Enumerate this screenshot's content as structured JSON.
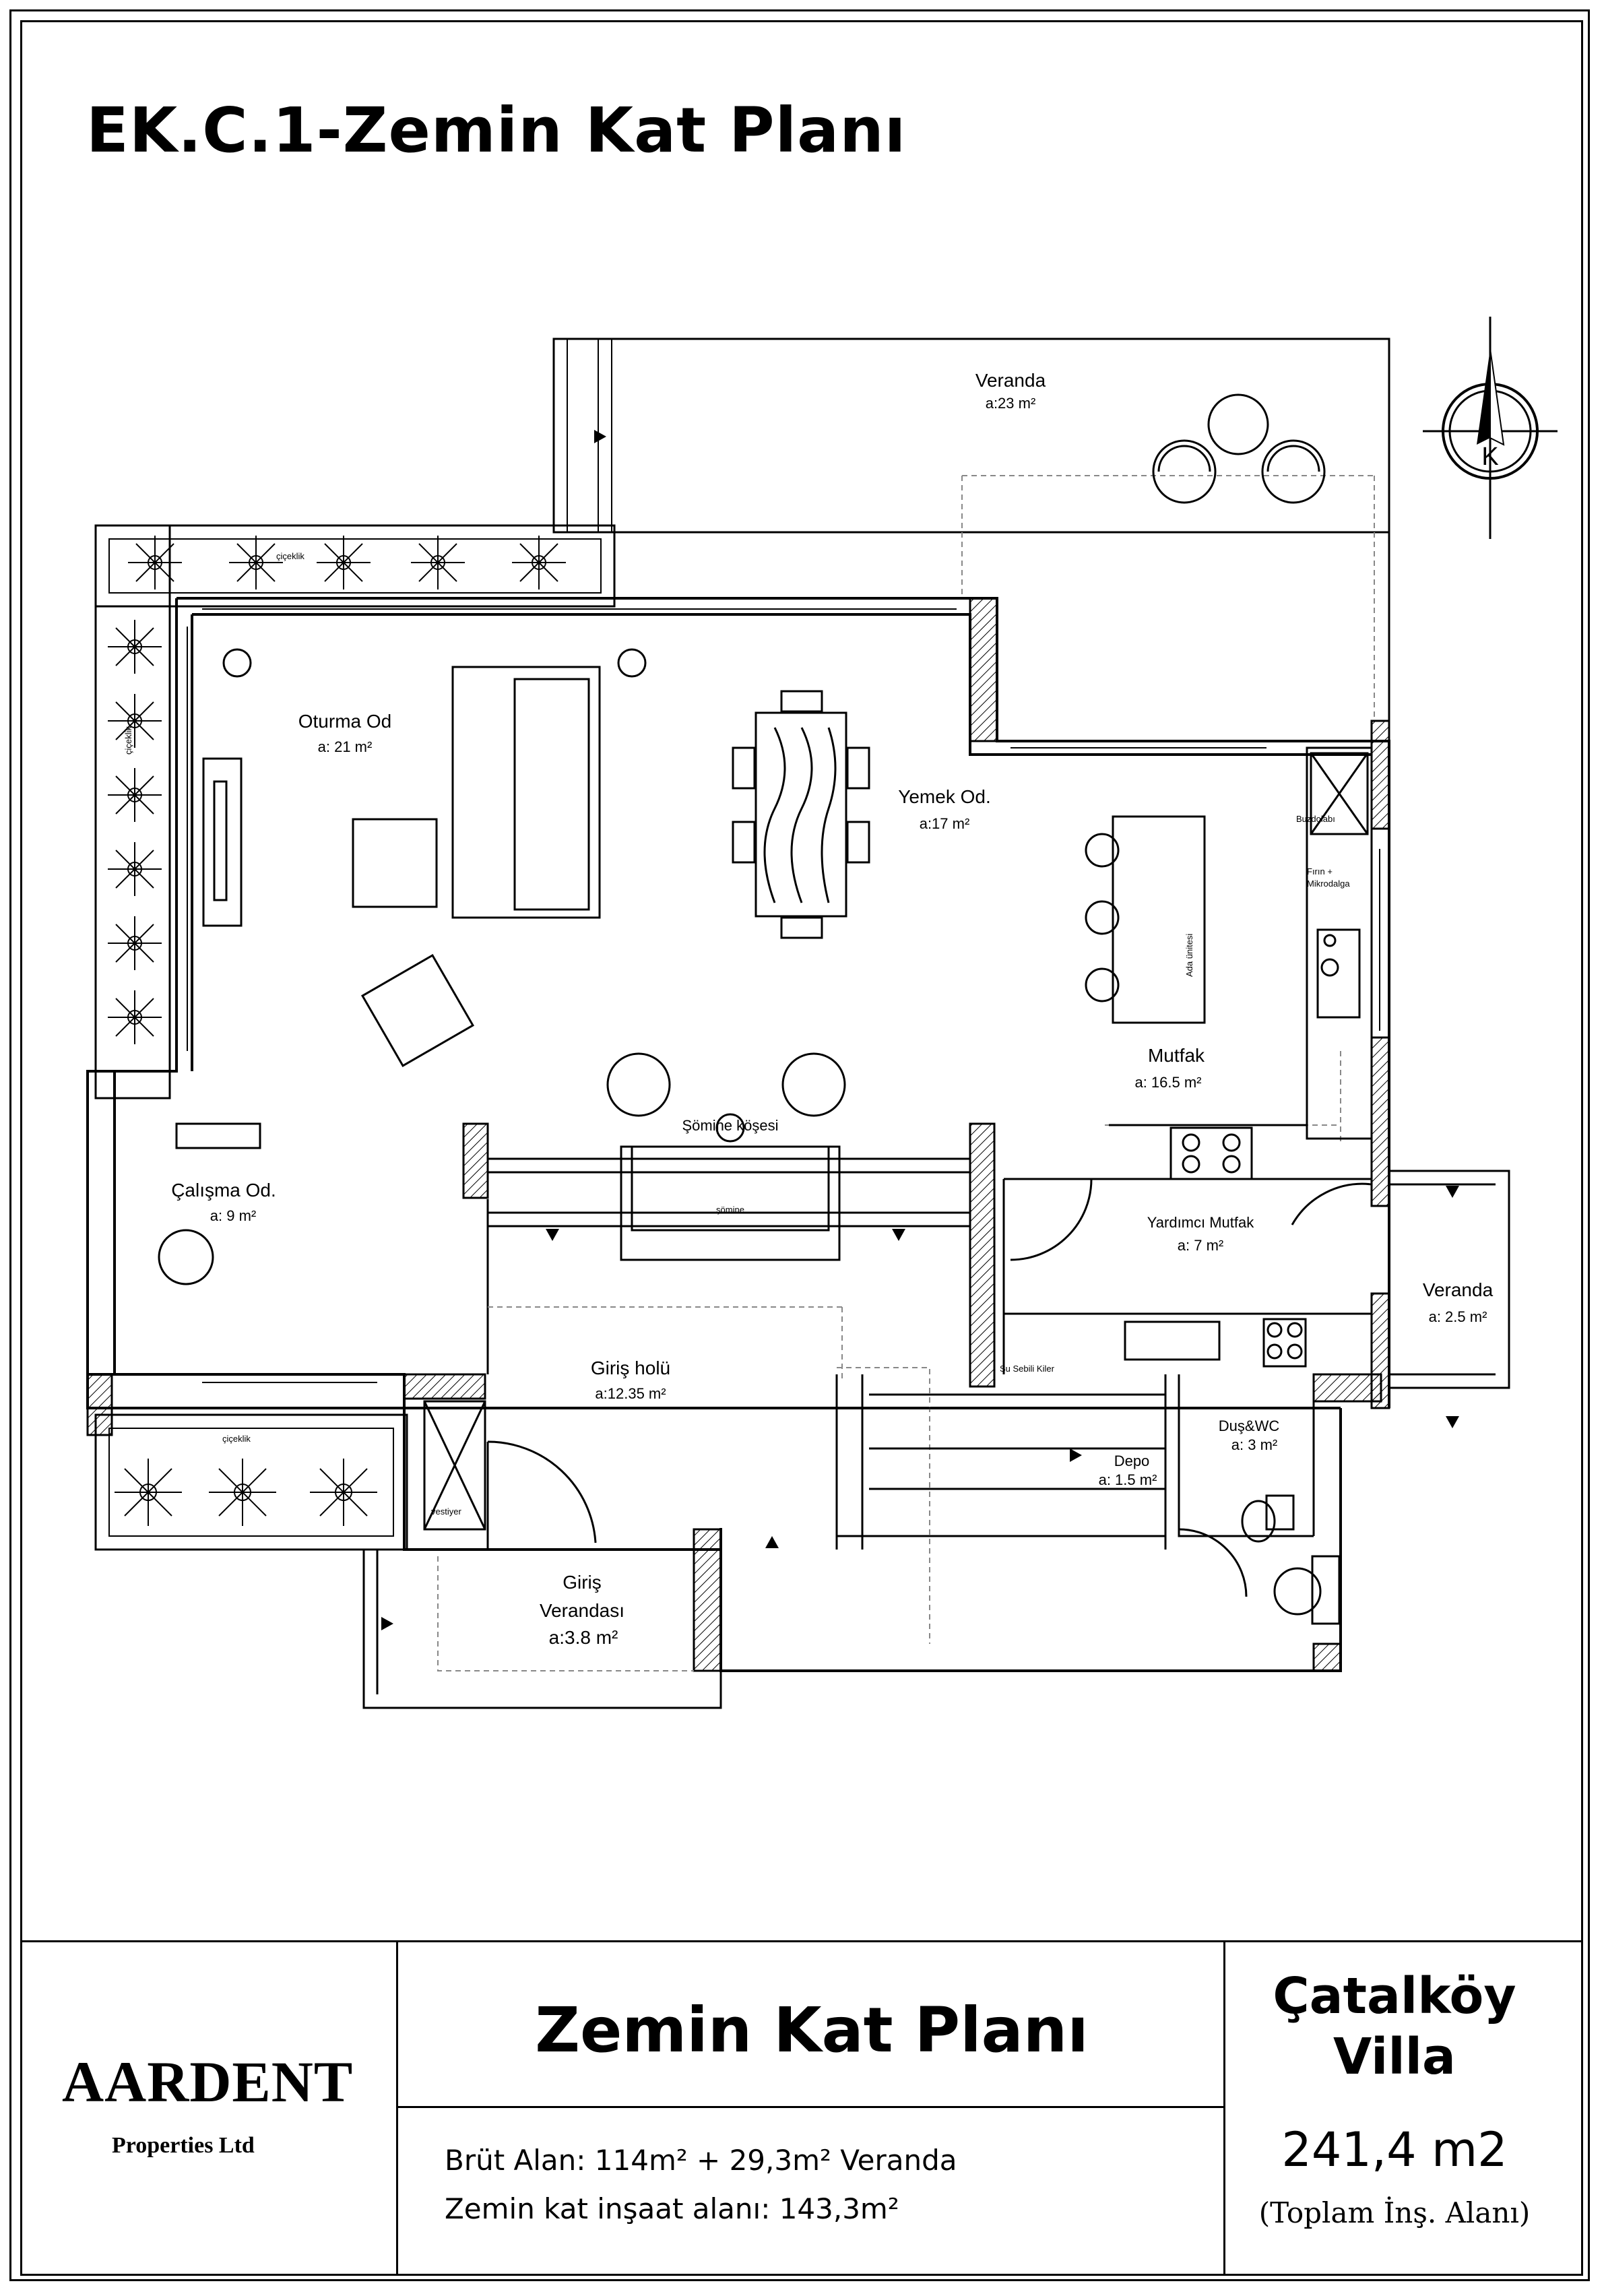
{
  "sheet": {
    "title": "EK.C.1-Zemin Kat Planı"
  },
  "rooms": {
    "veranda_north": {
      "name": "Veranda",
      "area": "a:23 m²"
    },
    "oturma": {
      "name": "Oturma Od",
      "area": "a: 21 m²"
    },
    "yemek": {
      "name": "Yemek Od.",
      "area": "a:17 m²"
    },
    "mutfak": {
      "name": "Mutfak",
      "area": "a: 16.5 m²"
    },
    "somine_kosesi": {
      "name": "Şömine köşesi"
    },
    "calisma": {
      "name": "Çalışma Od.",
      "area": "a: 9 m²"
    },
    "yardimci_mutfak": {
      "name": "Yardımcı Mutfak",
      "area": "a: 7 m²"
    },
    "veranda_east": {
      "name": "Veranda",
      "area": "a: 2.5 m²"
    },
    "giris_holu": {
      "name": "Giriş holü",
      "area": "a:12.35 m²"
    },
    "dus_wc": {
      "name": "Duş&WC",
      "area": "a:  3 m²"
    },
    "depo": {
      "name": "Depo",
      "area": "a:  1.5 m²"
    },
    "giris_verandasi": {
      "name_line1": "Giriş",
      "name_line2": "Verandası",
      "area": "a:3.8 m²"
    }
  },
  "fixtures": {
    "cicek_1": "çiçeklik",
    "cicek_2": "çiçeklik",
    "cicek_3": "çiçeklik",
    "buzdolabi": "Buzdolabı",
    "firin_1": "Fırın +",
    "firin_2": "Mikrodalga",
    "ada_unitesi": "Ada ünitesi",
    "somine": "şömine",
    "su_sebili": "Su Sebili Kiler",
    "vestiyer": "vestiyer"
  },
  "north_arrow": {
    "letter": "K"
  },
  "title_block": {
    "company": "AARDENT",
    "company_sub": "Properties Ltd",
    "drawing_title": "Zemin Kat Planı",
    "info_line1": "Brüt Alan: 114m² + 29,3m² Veranda",
    "info_line2": "Zemin kat inşaat alanı: 143,3m²",
    "project_line1": "Çatalköy",
    "project_line2": "Villa",
    "total_area": "241,4 m2",
    "total_area_note": "(Toplam İnş. Alanı)"
  }
}
